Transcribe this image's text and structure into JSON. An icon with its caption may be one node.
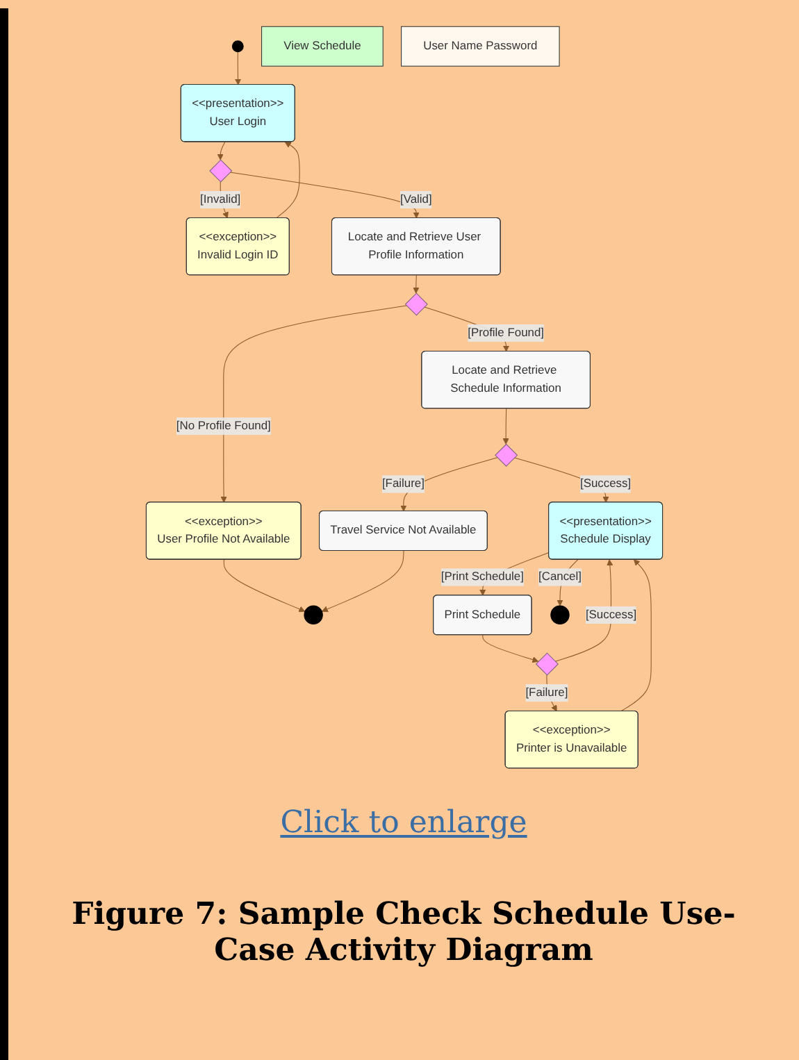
{
  "diagram": {
    "caption": "Figure 7: Sample Check Schedule Use-Case Activity Diagram",
    "nodes": [
      {
        "text": [],
        "shape": "circle"
      },
      {
        "text": [
          "View Schedule"
        ]
      },
      {
        "text": [
          "User Name Password"
        ]
      },
      {
        "text": [
          "<<presentation>>",
          "User Login"
        ]
      },
      {
        "text": [],
        "shape": "diamond"
      },
      {
        "text": [
          "<<exception>>",
          "Invalid Login ID"
        ]
      },
      {
        "text": [
          "Locate and Retrieve User Profile Information"
        ]
      },
      {
        "text": [],
        "shape": "diamond"
      },
      {
        "text": [
          "<<exception>>",
          "User Profile Not Available"
        ]
      },
      {
        "text": [
          "Locate and Retrieve Schedule Information"
        ]
      },
      {
        "text": [],
        "shape": "bullseye"
      },
      {
        "text": [],
        "shape": "diamond"
      },
      {
        "text": [
          "Travel Service Not Available"
        ]
      },
      {
        "text": [
          "<<presentation>>",
          "Schedule Display"
        ]
      },
      {
        "text": [
          "Print Schedule"
        ]
      },
      {
        "text": [],
        "shape": "bullseye"
      },
      {
        "text": [],
        "shape": "diamond"
      },
      {
        "text": [
          "<<exception>>",
          "Printer is Unavailable"
        ]
      }
    ],
    "edges": [
      {
        "from": 0,
        "to": 3,
        "arrow": "to"
      },
      {
        "from": 3,
        "to": 4,
        "arrow": "to"
      },
      {
        "from": 4,
        "to": 5,
        "arrow": "to",
        "label": "[Invalid]"
      },
      {
        "from": 5,
        "to": 3,
        "arrow": "to"
      },
      {
        "from": 4,
        "to": 6,
        "arrow": "to",
        "label": "[Valid]"
      },
      {
        "from": 6,
        "to": 7,
        "arrow": "to"
      },
      {
        "from": 7,
        "to": 8,
        "arrow": "to",
        "label": "[No Profile Found]"
      },
      {
        "from": 7,
        "to": 9,
        "arrow": "to",
        "label": "[Profile Found]"
      },
      {
        "from": 8,
        "to": 10,
        "arrow": "to"
      },
      {
        "from": 9,
        "to": 11,
        "arrow": "to"
      },
      {
        "from": 11,
        "to": 12,
        "arrow": "to",
        "label": "[Failure]"
      },
      {
        "from": 12,
        "to": 10,
        "arrow": "to"
      },
      {
        "from": 11,
        "to": 13,
        "arrow": "to",
        "label": "[Success]"
      },
      {
        "from": 13,
        "to": 14,
        "arrow": "to",
        "label": "[Print Schedule]"
      },
      {
        "from": 13,
        "to": 15,
        "arrow": "to",
        "label": "[Cancel]"
      },
      {
        "from": 14,
        "to": 16,
        "arrow": "to"
      },
      {
        "from": 16,
        "to": 13,
        "arrow": "to",
        "label": "[Success]"
      },
      {
        "from": 16,
        "to": 17,
        "arrow": "to",
        "label": "[Failure]"
      },
      {
        "from": 17,
        "to": 13,
        "arrow": "to"
      }
    ],
    "labels": [
      "Click to enlarge"
    ]
  }
}
